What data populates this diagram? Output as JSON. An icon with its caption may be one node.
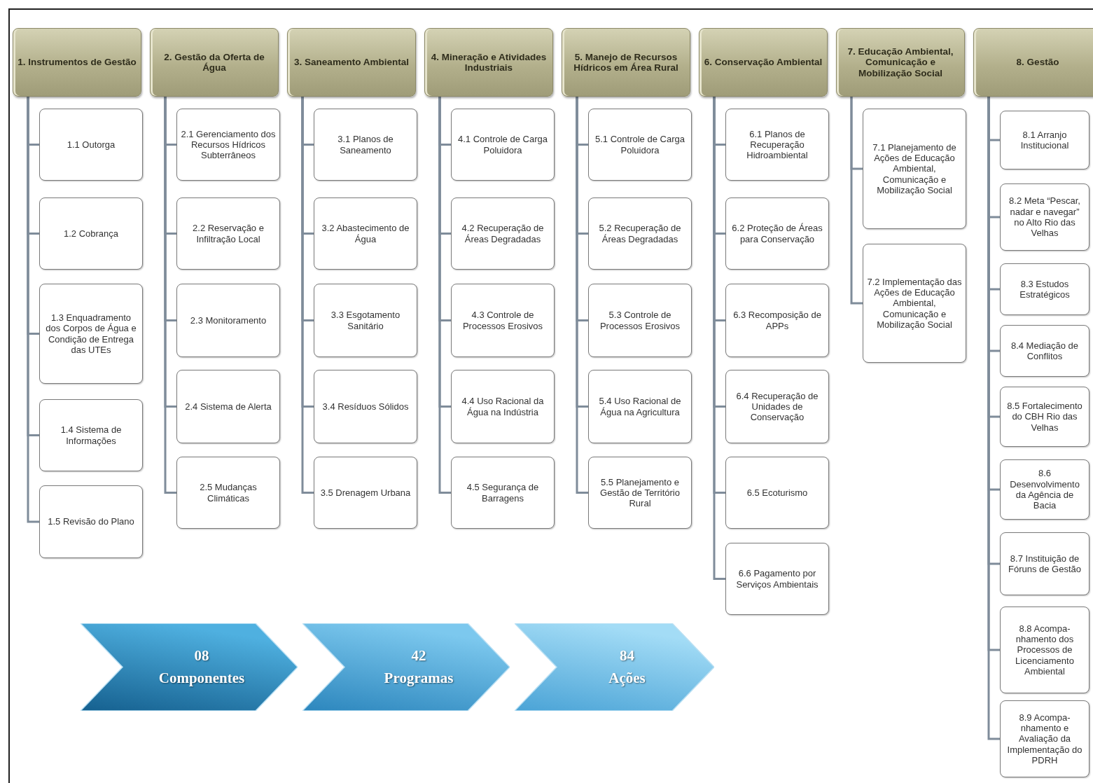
{
  "diagram": {
    "nodes": [
      {
        "text": [
          "1. Instrumentos de Gestão"
        ]
      },
      {
        "text": [
          "1.1 Outorga"
        ]
      },
      {
        "text": [
          "1.2 Cobrança"
        ]
      },
      {
        "text": [
          "1.3 Enquadramento dos Corpos de Água e Condição de Entrega das UTEs"
        ]
      },
      {
        "text": [
          "1.4 Sistema de Informações"
        ]
      },
      {
        "text": [
          "1.5 Revisão do Plano"
        ]
      },
      {
        "text": [
          "2. Gestão da Oferta de Água"
        ]
      },
      {
        "text": [
          "2.1 Gerenciamento dos Recursos Hídricos Subterrâneos"
        ]
      },
      {
        "text": [
          "2.2 Reservação e Infiltração Local"
        ]
      },
      {
        "text": [
          "2.3 Monitoramento"
        ]
      },
      {
        "text": [
          "2.4 Sistema de Alerta"
        ]
      },
      {
        "text": [
          "2.5 Mudanças Climáticas"
        ]
      },
      {
        "text": [
          "3. Saneamento Ambiental"
        ]
      },
      {
        "text": [
          "3.1 Planos de Saneamento"
        ]
      },
      {
        "text": [
          "3.2 Abastecimento de Água"
        ]
      },
      {
        "text": [
          "3.3 Esgotamento Sanitário"
        ]
      },
      {
        "text": [
          "3.4 Resíduos Sólidos"
        ]
      },
      {
        "text": [
          "3.5 Drenagem Urbana"
        ]
      },
      {
        "text": [
          "4. Mineração e Atividades Industriais"
        ]
      },
      {
        "text": [
          "4.1 Controle de Carga Poluidora"
        ]
      },
      {
        "text": [
          "4.2 Recuperação de Áreas Degradadas"
        ]
      },
      {
        "text": [
          "4.3 Controle de Processos Erosivos"
        ]
      },
      {
        "text": [
          "4.4 Uso Racional da Água na Indústria"
        ]
      },
      {
        "text": [
          "4.5 Segurança de Barragens"
        ]
      },
      {
        "text": [
          "5. Manejo de Recursos Hídricos em Área Rural"
        ]
      },
      {
        "text": [
          "5.1 Controle de Carga Poluidora"
        ]
      },
      {
        "text": [
          "5.2 Recuperação de Áreas Degradadas"
        ]
      },
      {
        "text": [
          "5.3 Controle de Processos Erosivos"
        ]
      },
      {
        "text": [
          "5.4 Uso Racional de Água na Agricultura"
        ]
      },
      {
        "text": [
          "5.5 Planejamento e Gestão de Território Rural"
        ]
      },
      {
        "text": [
          "6. Conservação Ambiental"
        ]
      },
      {
        "text": [
          "6.1 Planos de Recuperação Hidroambiental"
        ]
      },
      {
        "text": [
          "6.2 Proteção de Áreas para Conservação"
        ]
      },
      {
        "text": [
          "6.3 Recomposição de APPs"
        ]
      },
      {
        "text": [
          "6.4 Recuperação de Unidades de Conservação"
        ]
      },
      {
        "text": [
          "6.5 Ecoturismo"
        ]
      },
      {
        "text": [
          "6.6 Pagamento por Serviços Ambientais"
        ]
      },
      {
        "text": [
          "7. Educação Ambiental, Comunicação e Mobilização Social"
        ]
      },
      {
        "text": [
          "7.1 Planejamento de Ações de Educação Ambiental, Comunicação e Mobilização Social"
        ]
      },
      {
        "text": [
          "7.2 Implementação das Ações de Educação Ambiental, Comunicação e Mobilização Social"
        ]
      },
      {
        "text": [
          "8. Gestão"
        ]
      },
      {
        "text": [
          "8.1 Arranjo Institucional"
        ]
      },
      {
        "text": [
          "8.2 Meta “Pescar, nadar e navegar” no Alto Rio das Velhas"
        ]
      },
      {
        "text": [
          "8.3 Estudos Estratégicos"
        ]
      },
      {
        "text": [
          "8.4 Mediação de Conflitos"
        ]
      },
      {
        "text": [
          "8.5 Fortalecimento do CBH Rio das Velhas"
        ]
      },
      {
        "text": [
          "8.6 Desenvolvimento da Agência de Bacia"
        ]
      },
      {
        "text": [
          "8.7 Instituição de Fóruns de Gestão"
        ]
      },
      {
        "text": [
          "8.8 Acompa-nhamento dos Processos de Licenciamento Ambiental"
        ]
      },
      {
        "text": [
          "8.9 Acompa-nhamento e Avaliação da Implementação do PDRH"
        ]
      },
      {
        "text": [
          "08",
          "Componentes"
        ]
      },
      {
        "text": [
          "42",
          "Programas"
        ]
      },
      {
        "text": [
          "84",
          "Ações"
        ]
      }
    ],
    "edges": [
      {
        "from": 0,
        "to": 1,
        "arrow": "none"
      },
      {
        "from": 0,
        "to": 2,
        "arrow": "none"
      },
      {
        "from": 0,
        "to": 3,
        "arrow": "none"
      },
      {
        "from": 0,
        "to": 4,
        "arrow": "none"
      },
      {
        "from": 0,
        "to": 5,
        "arrow": "none"
      },
      {
        "from": 6,
        "to": 7,
        "arrow": "none"
      },
      {
        "from": 6,
        "to": 8,
        "arrow": "none"
      },
      {
        "from": 6,
        "to": 9,
        "arrow": "none"
      },
      {
        "from": 6,
        "to": 10,
        "arrow": "none"
      },
      {
        "from": 6,
        "to": 11,
        "arrow": "none"
      },
      {
        "from": 12,
        "to": 13,
        "arrow": "none"
      },
      {
        "from": 12,
        "to": 14,
        "arrow": "none"
      },
      {
        "from": 12,
        "to": 15,
        "arrow": "none"
      },
      {
        "from": 12,
        "to": 16,
        "arrow": "none"
      },
      {
        "from": 12,
        "to": 17,
        "arrow": "none"
      },
      {
        "from": 18,
        "to": 19,
        "arrow": "none"
      },
      {
        "from": 18,
        "to": 20,
        "arrow": "none"
      },
      {
        "from": 18,
        "to": 21,
        "arrow": "none"
      },
      {
        "from": 18,
        "to": 22,
        "arrow": "none"
      },
      {
        "from": 18,
        "to": 23,
        "arrow": "none"
      },
      {
        "from": 24,
        "to": 25,
        "arrow": "none"
      },
      {
        "from": 24,
        "to": 26,
        "arrow": "none"
      },
      {
        "from": 24,
        "to": 27,
        "arrow": "none"
      },
      {
        "from": 24,
        "to": 28,
        "arrow": "none"
      },
      {
        "from": 24,
        "to": 29,
        "arrow": "none"
      },
      {
        "from": 30,
        "to": 31,
        "arrow": "none"
      },
      {
        "from": 30,
        "to": 32,
        "arrow": "none"
      },
      {
        "from": 30,
        "to": 33,
        "arrow": "none"
      },
      {
        "from": 30,
        "to": 34,
        "arrow": "none"
      },
      {
        "from": 30,
        "to": 35,
        "arrow": "none"
      },
      {
        "from": 30,
        "to": 36,
        "arrow": "none"
      },
      {
        "from": 37,
        "to": 38,
        "arrow": "none"
      },
      {
        "from": 37,
        "to": 39,
        "arrow": "none"
      },
      {
        "from": 40,
        "to": 41,
        "arrow": "none"
      },
      {
        "from": 40,
        "to": 42,
        "arrow": "none"
      },
      {
        "from": 40,
        "to": 43,
        "arrow": "none"
      },
      {
        "from": 40,
        "to": 44,
        "arrow": "none"
      },
      {
        "from": 40,
        "to": 45,
        "arrow": "none"
      },
      {
        "from": 40,
        "to": 46,
        "arrow": "none"
      },
      {
        "from": 40,
        "to": 47,
        "arrow": "none"
      },
      {
        "from": 40,
        "to": 48,
        "arrow": "none"
      },
      {
        "from": 40,
        "to": 49,
        "arrow": "none"
      }
    ]
  }
}
